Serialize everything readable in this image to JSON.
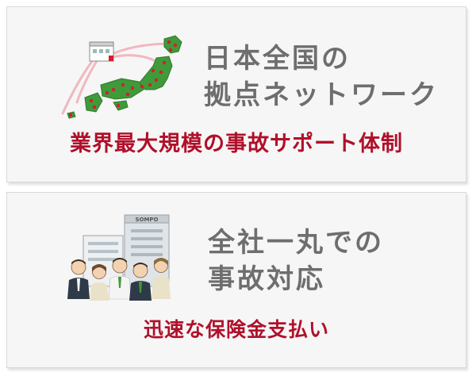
{
  "cards": [
    {
      "heading_line1": "日本全国の",
      "heading_line2": "拠点ネットワーク",
      "tagline": "業界最大規模の事故サポート体制",
      "illustration": "japan-network-map-icon"
    },
    {
      "heading_line1": "全社一丸での",
      "heading_line2": "事故対応",
      "tagline": "迅速な保険金支払い",
      "illustration": "company-staff-building-icon",
      "building_sign": "SOMPO"
    }
  ],
  "colors": {
    "heading": "#6e6e6e",
    "tagline": "#b0102a",
    "card_bg": "#f6f6f6",
    "map_green": "#3f9a3a",
    "marker_red": "#d81c2f",
    "arc_pink": "#f0b8c0"
  }
}
